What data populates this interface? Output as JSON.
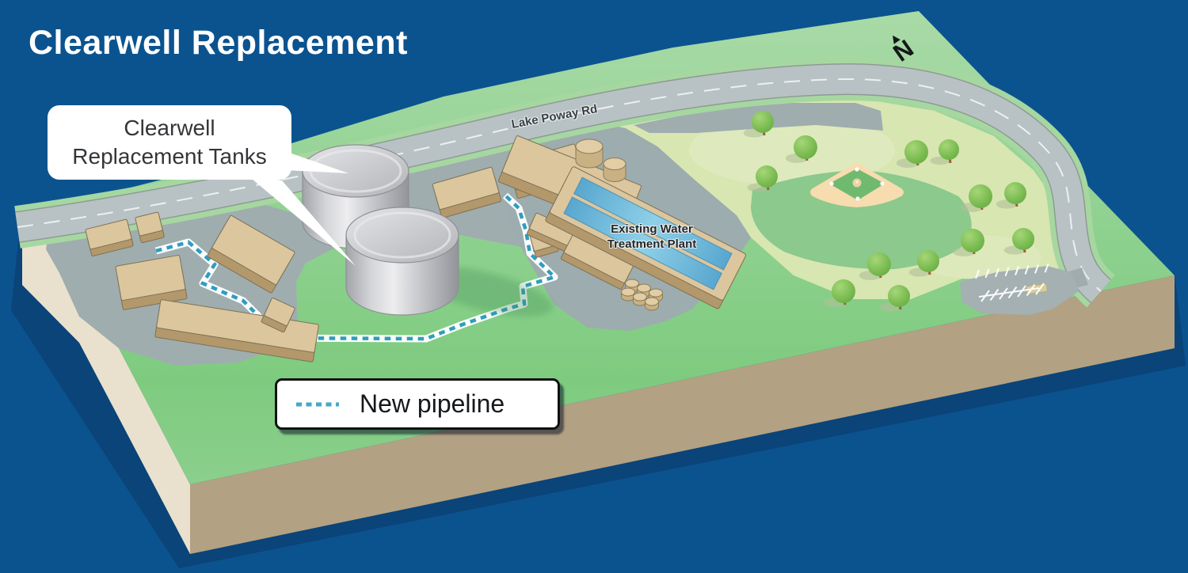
{
  "title": "Clearwell Replacement",
  "compass": {
    "label": "N",
    "arrow_icon": "▲"
  },
  "callout": {
    "line1": "Clearwell",
    "line2": "Replacement Tanks"
  },
  "legend": {
    "label": "New pipeline"
  },
  "map_labels": {
    "road": "Lake Poway Rd",
    "plant_line1": "Existing Water",
    "plant_line2": "Treatment Plant"
  },
  "colors": {
    "background": "#0b538f",
    "block_shadow": "#0a4478",
    "terrain_green": "#8ad08b",
    "terrain_side_left": "#e9e1ce",
    "terrain_side_front": "#b3a183",
    "park_green": "#d8e6b2",
    "outfield_green": "#8bc98c",
    "diamond_dirt": "#f6dcae",
    "pad_gray": "#9fadaf",
    "road_gray": "#b8c2c4",
    "road_verge": "#a6d7a0",
    "building_tan": "#dcc69e",
    "pool_blue": "#6db7d8",
    "pipeline_teal": "#2e9dbf",
    "tank_gray": "#c6c7cb",
    "tree_green": "#7cbd52"
  }
}
